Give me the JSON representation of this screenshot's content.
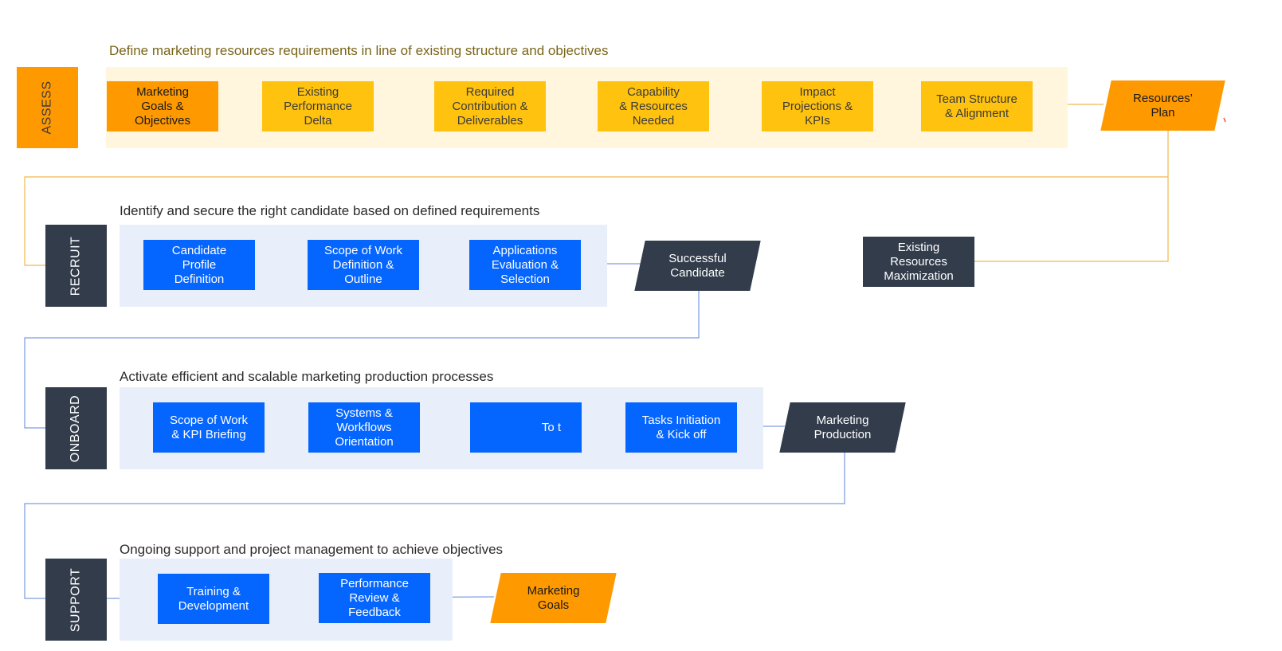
{
  "colors": {
    "orange": "#ff9900",
    "yellow": "#ffc20e",
    "blue": "#0565ff",
    "dark": "#323c4b",
    "assess_band": "#fff6dd",
    "blue_band": "#e8effb",
    "assess_heading": "#7a6418",
    "heading": "#2b2b2b",
    "orange_line": "#f2b84b",
    "blue_line": "#5b86d9"
  },
  "assess": {
    "label": "ASSESS",
    "heading": "Define marketing resources requirements in line of existing structure and objectives",
    "steps": [
      "Marketing\nGoals &\nObjectives",
      "Existing\nPerformance\nDelta",
      "Required\nContribution &\nDeliverables",
      "Capability\n& Resources\nNeeded",
      "Impact\nProjections &\nKPIs",
      "Team Structure\n&  Alignment"
    ],
    "output": "Resources’\nPlan"
  },
  "recruit": {
    "label": "RECRUIT",
    "heading": "Identify and secure the right candidate based on defined requirements",
    "steps": [
      "Candidate\nProfile\nDefinition",
      "Scope of Work\nDefinition &\nOutline",
      "Applications\nEvaluation &\nSelection"
    ],
    "output": "Successful\nCandidate",
    "side_box": "Existing\nResources\nMaximization"
  },
  "onboard": {
    "label": "ONBOARD",
    "heading": "Activate efficient and scalable marketing production processes",
    "steps": [
      "Scope of Work\n& KPI Briefing",
      "Systems &\nWorkflows\nOrientation",
      "To t",
      "Tasks Initiation\n& Kick off"
    ],
    "output": "Marketing\nProduction"
  },
  "support": {
    "label": "SUPPORT",
    "heading": "Ongoing support and project management to achieve objectives",
    "steps": [
      "Training &\nDevelopment",
      "Performance\nReview &\nFeedback"
    ],
    "output": "Marketing\nGoals"
  }
}
